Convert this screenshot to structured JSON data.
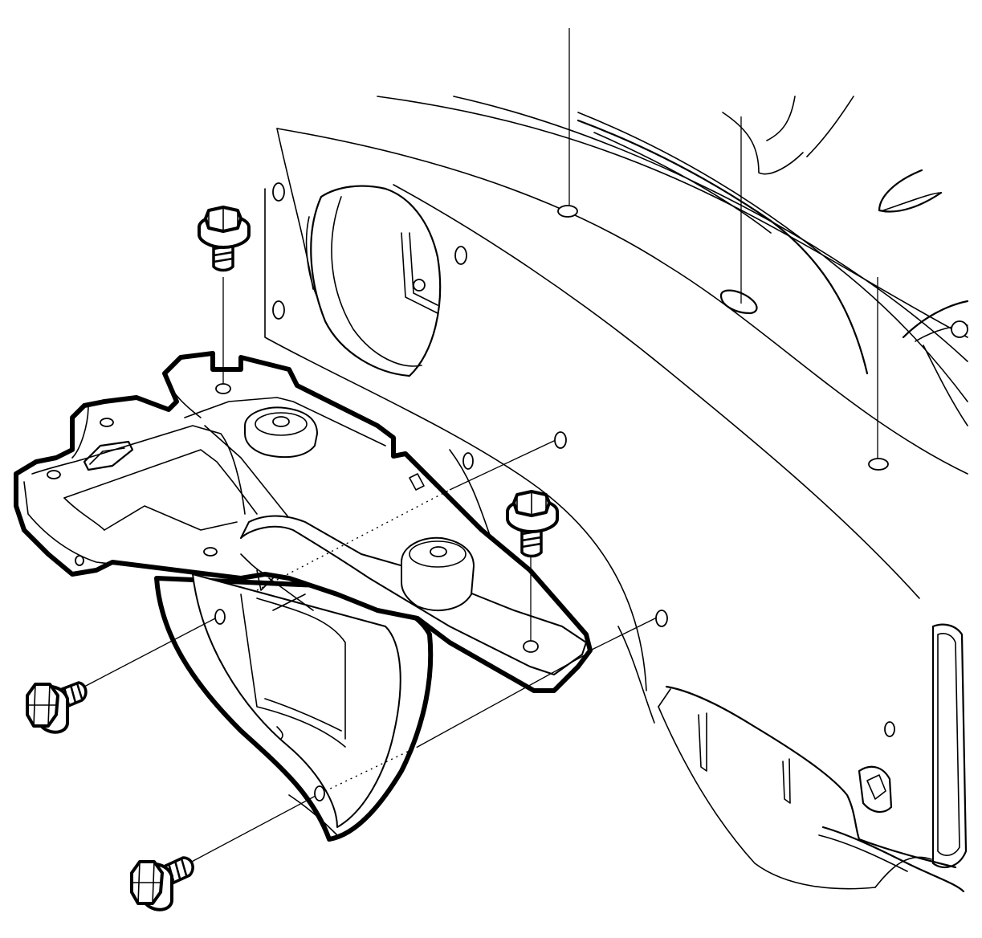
{
  "diagram": {
    "kind": "exploded-view illustration",
    "labels": [],
    "parts": {
      "body_panel": "body-panel",
      "bracket": "mounting-bracket",
      "bolts": [
        "bolt-top-left",
        "bolt-top-right",
        "bolt-left",
        "bolt-bottom-left"
      ],
      "reference_lines": 4
    }
  }
}
